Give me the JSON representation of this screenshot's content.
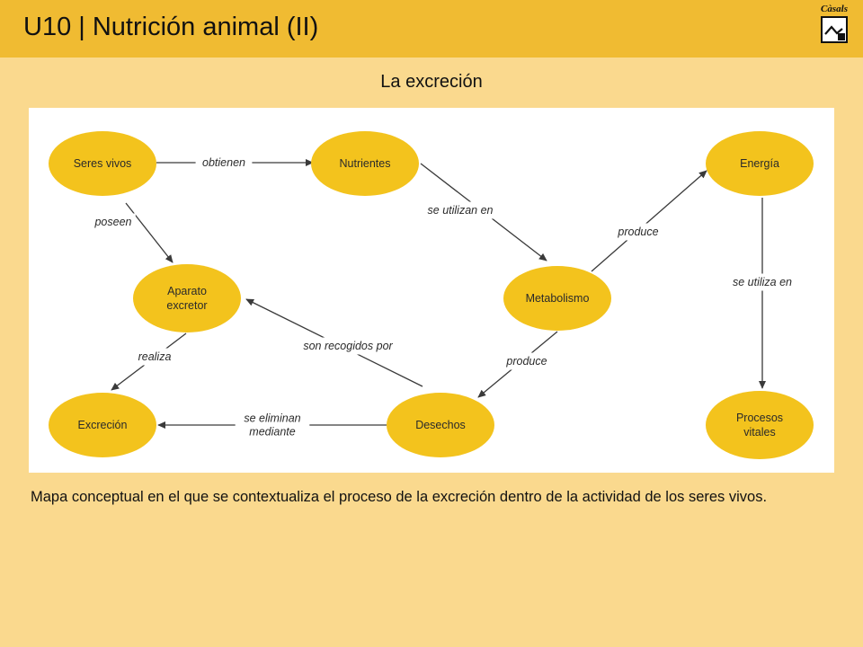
{
  "header": {
    "title": "U10 | Nutrición animal (II)",
    "logo_text": "Càsals"
  },
  "subtitle": "La excreción",
  "diagram": {
    "nodes": {
      "seres_vivos": [
        "Seres vivos"
      ],
      "nutrientes": [
        "Nutrientes"
      ],
      "energia": [
        "Energía"
      ],
      "aparato_excretor": [
        "Aparato",
        "excretor"
      ],
      "metabolismo": [
        "Metabolismo"
      ],
      "excrecion": [
        "Excreción"
      ],
      "desechos": [
        "Desechos"
      ],
      "procesos_vitales": [
        "Procesos",
        "vitales"
      ]
    },
    "edges": {
      "obtienen": [
        "obtienen"
      ],
      "poseen": [
        "poseen"
      ],
      "se_utilizan_en": [
        "se utilizan en"
      ],
      "produce_energia": [
        "produce"
      ],
      "se_utiliza_en": [
        "se utiliza en"
      ],
      "son_recogidos_por": [
        "son recogidos por"
      ],
      "realiza": [
        "realiza"
      ],
      "produce_desechos": [
        "produce"
      ],
      "se_eliminan_mediante": [
        "se eliminan",
        "mediante"
      ]
    },
    "colors": {
      "node_fill": "#F3C31D",
      "edge": "#3a3a3a"
    }
  },
  "caption": "Mapa conceptual en el que se contextualiza el proceso de la excreción dentro de la actividad de los seres vivos."
}
